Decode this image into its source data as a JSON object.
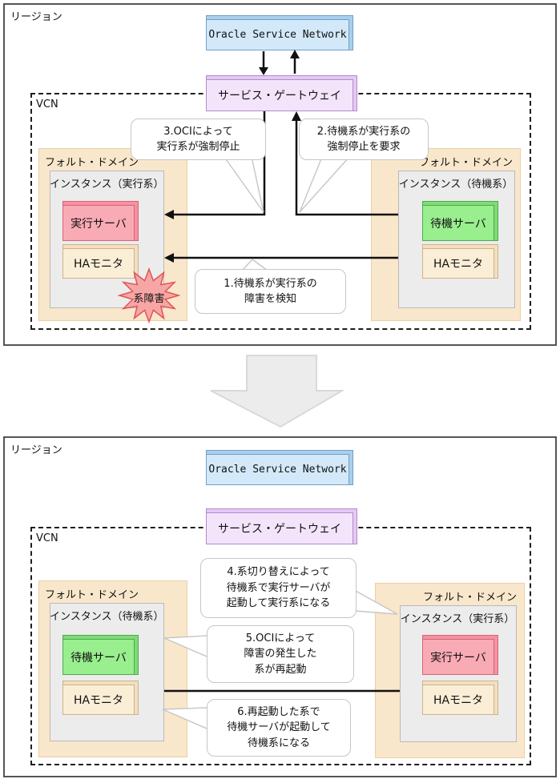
{
  "panel1": {
    "region_label": "リージョン",
    "vcn_label": "VCN",
    "osn_label": "Oracle Service Network",
    "gateway_label": "サービス・ゲートウェイ",
    "left_domain": {
      "label": "フォルト・ドメイン",
      "instance_label": "インスタンス（実行系）",
      "server_label": "実行サーバ",
      "monitor_label": "HAモニタ",
      "failure_label": "系障害"
    },
    "right_domain": {
      "label": "フォルト・ドメイン",
      "instance_label": "インスタンス（待機系）",
      "server_label": "待機サーバ",
      "monitor_label": "HAモニタ"
    },
    "callout1": "1.待機系が実行系の\n障害を検知",
    "callout2": "2.待機系が実行系の\n強制停止を要求",
    "callout3": "3.OCIによって\n実行系が強制停止"
  },
  "panel2": {
    "region_label": "リージョン",
    "vcn_label": "VCN",
    "osn_label": "Oracle Service Network",
    "gateway_label": "サービス・ゲートウェイ",
    "left_domain": {
      "label": "フォルト・ドメイン",
      "instance_label": "インスタンス（待機系）",
      "server_label": "待機サーバ",
      "monitor_label": "HAモニタ"
    },
    "right_domain": {
      "label": "フォルト・ドメイン",
      "instance_label": "インスタンス（実行系）",
      "server_label": "実行サーバ",
      "monitor_label": "HAモニタ"
    },
    "callout4": "4.系切り替えによって\n待機系で実行サーバが\n起動して実行系になる",
    "callout5": "5.OCIによって\n障害の発生した\n系が再起動",
    "callout6": "6.再起動した系で\n待機サーバが起動して\n待機系になる"
  },
  "colors": {
    "active_server": "#f9abb5",
    "standby_server": "#99ee8e",
    "ha_monitor": "#fbeed6",
    "oracle_service_network": "#d3e9f9",
    "service_gateway": "#f3e4fb",
    "fault_domain": "#f9e7cc",
    "instance": "#ececec",
    "failure_burst": "#f7a6a6",
    "connector": "#111111"
  }
}
